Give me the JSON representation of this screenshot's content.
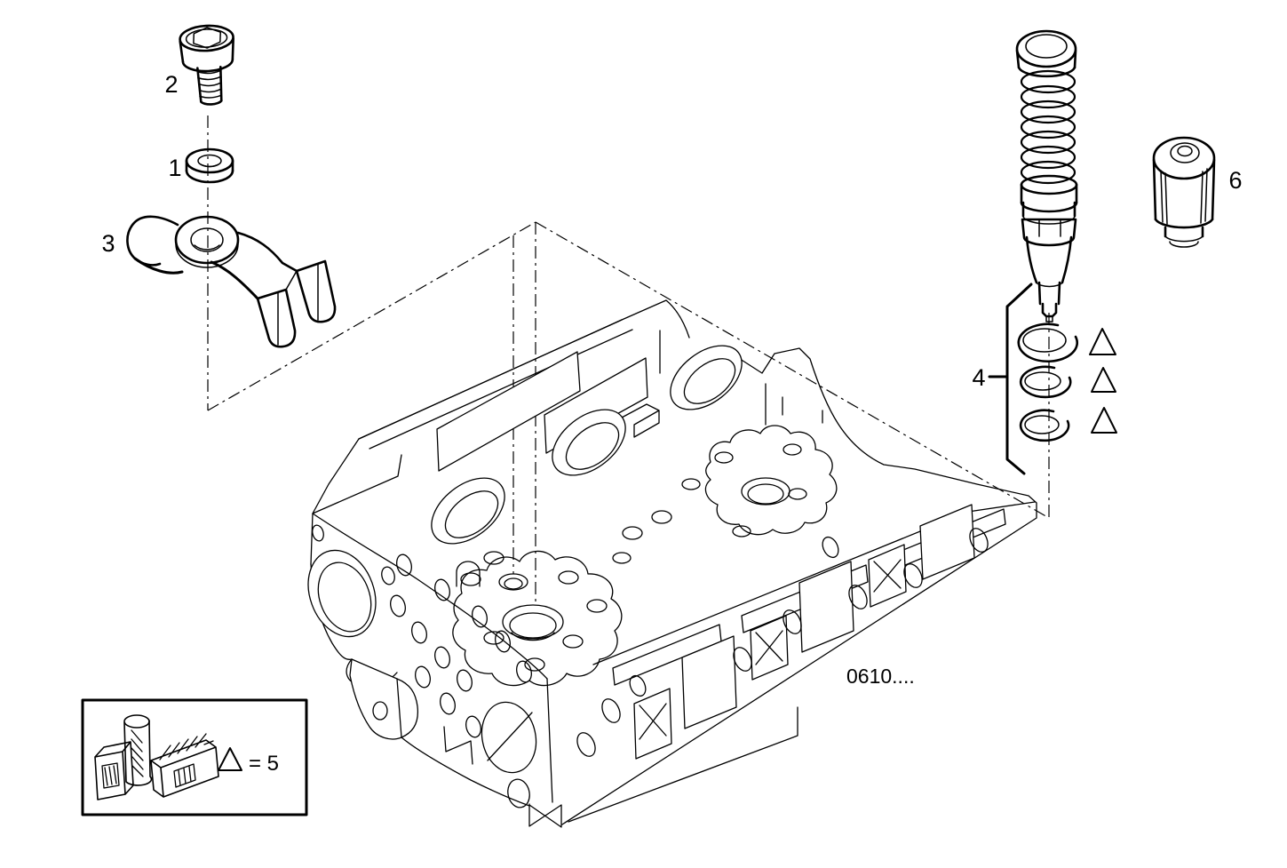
{
  "figure": {
    "background": "#ffffff",
    "line_color": "#000000",
    "callouts": {
      "part1": "1",
      "part2": "2",
      "part3": "3",
      "part4": "4",
      "part6": "6"
    },
    "reference_code": "0610....",
    "legend": {
      "equation": "= 5"
    }
  }
}
